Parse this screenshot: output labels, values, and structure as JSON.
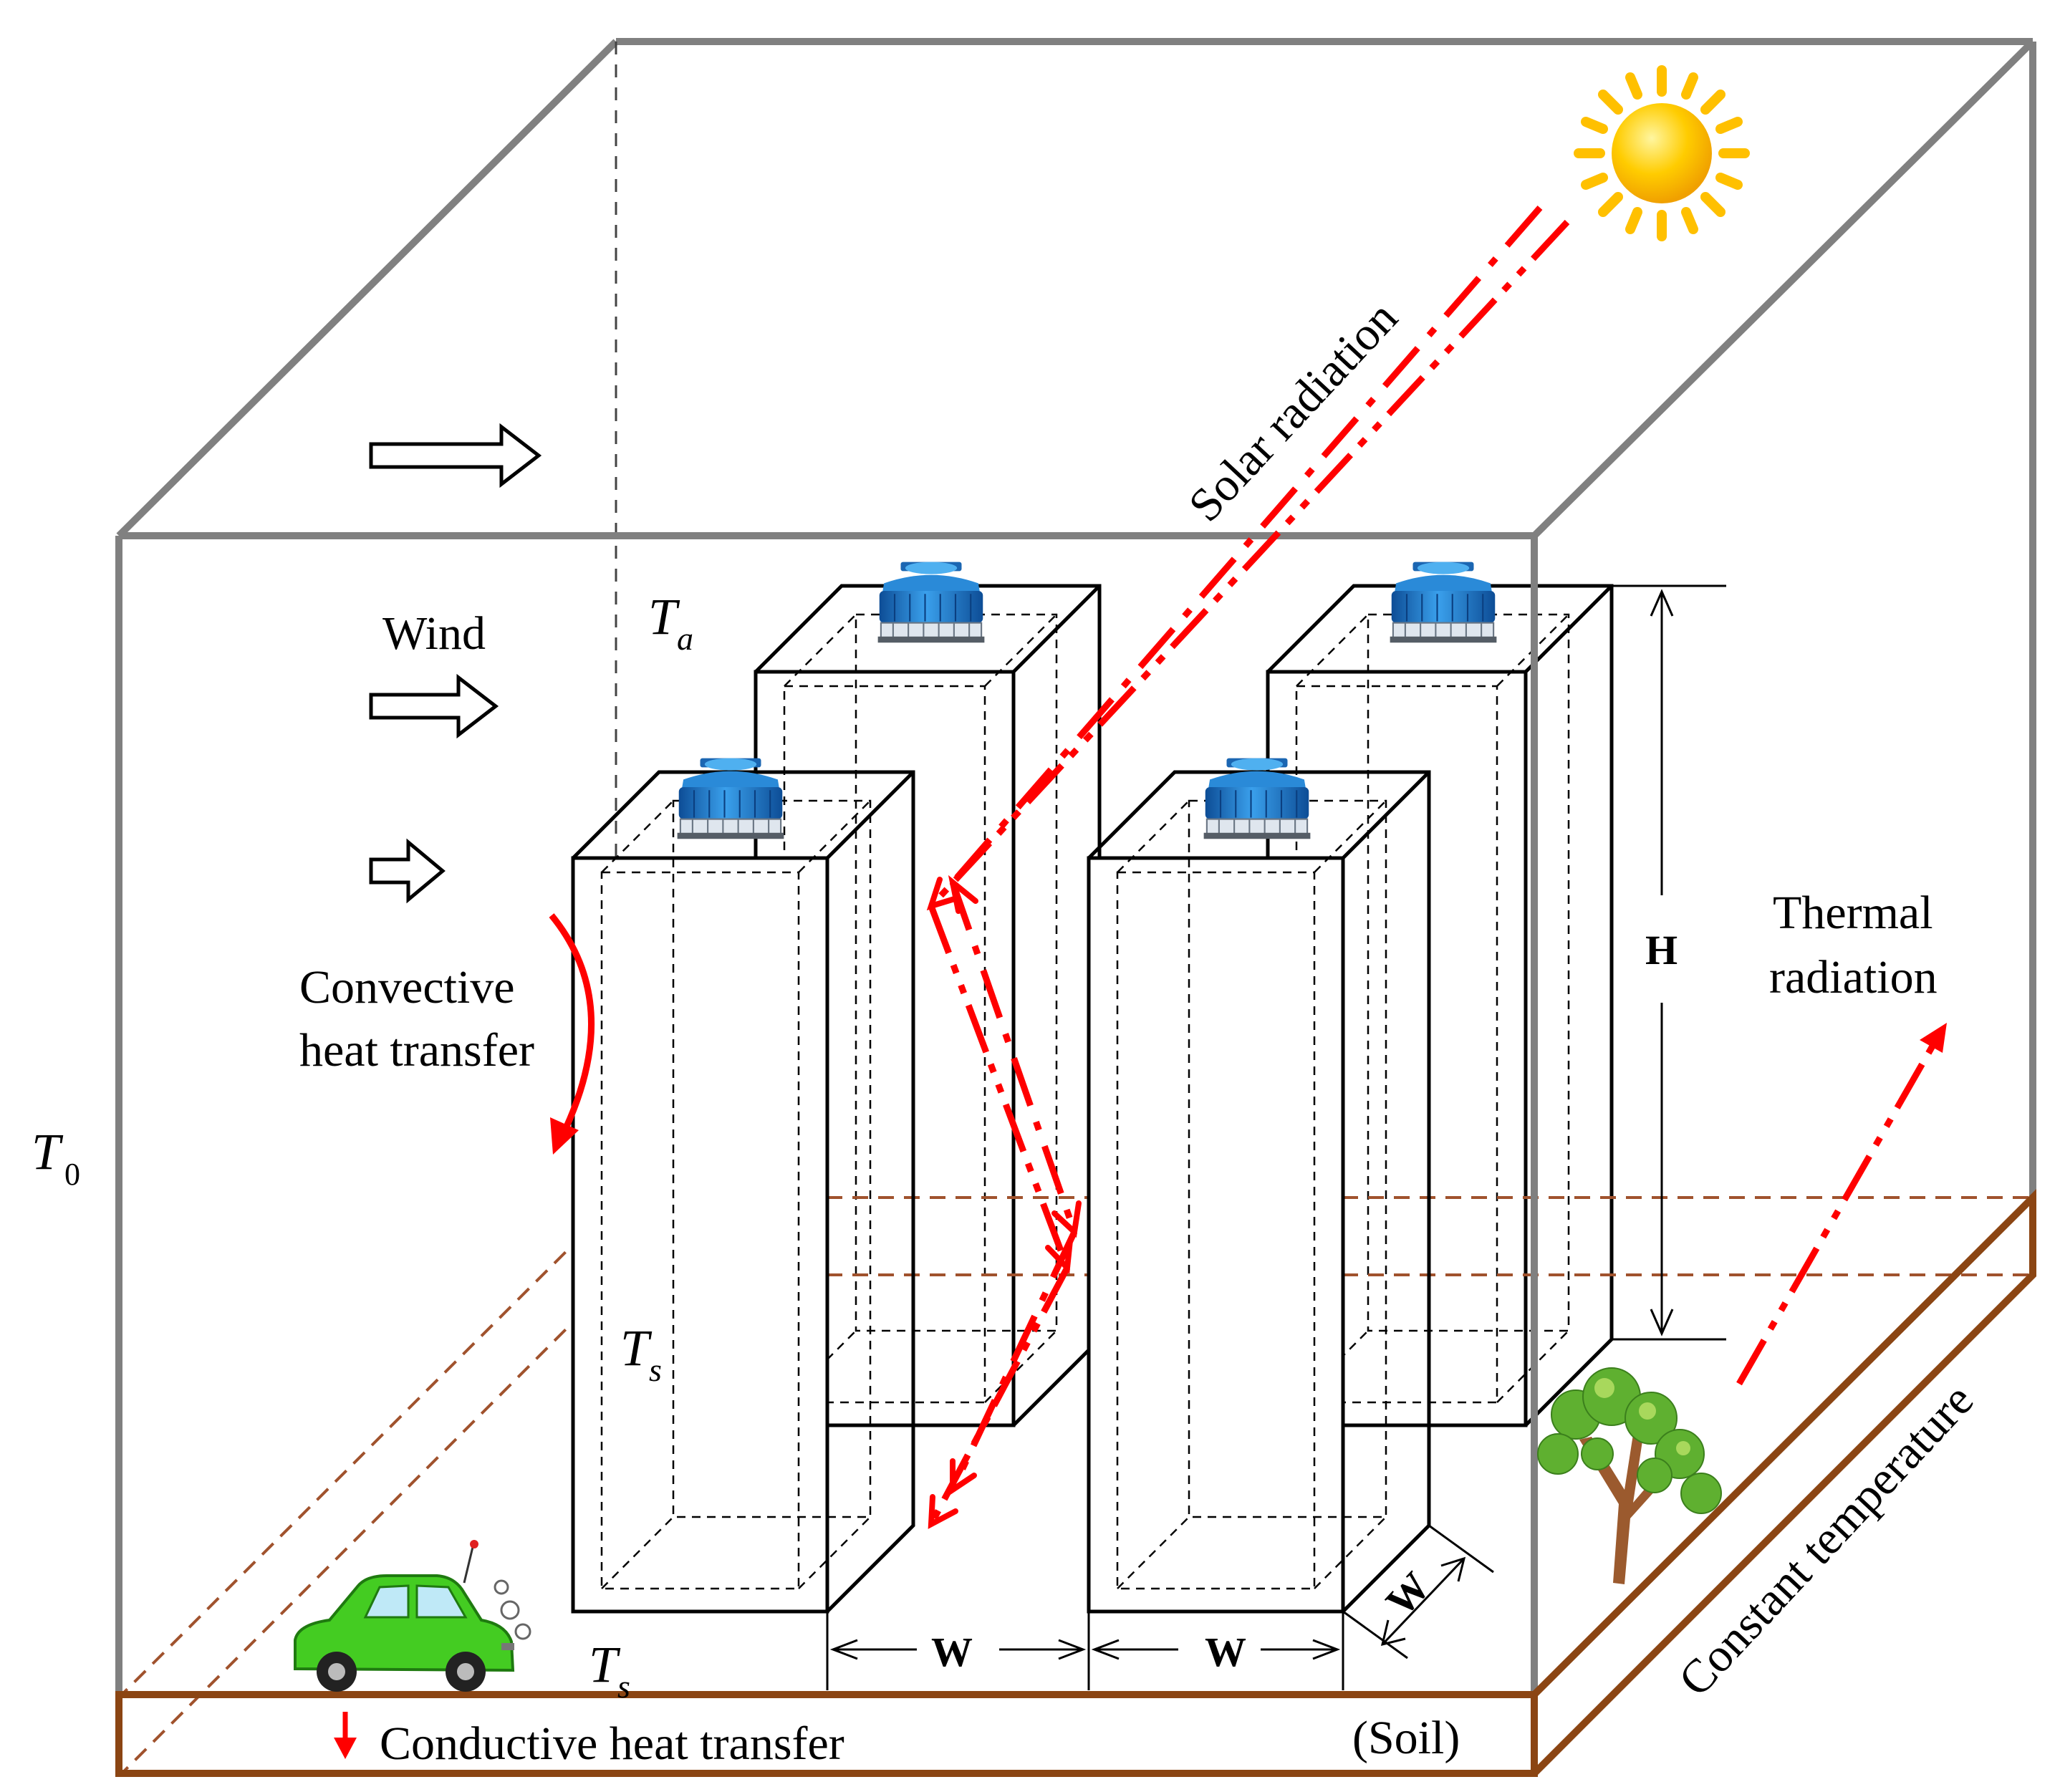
{
  "labels": {
    "solar_radiation": "Solar radiation",
    "wind": "Wind",
    "t_a": "T",
    "t_a_sub": "a",
    "t_0": "T",
    "t_0_sub": "0",
    "t_s_mid": "T",
    "t_s_mid_sub": "s",
    "t_s_ground": "T",
    "t_s_ground_sub": "s",
    "convective_line1": "Convective",
    "convective_line2": "heat transfer",
    "thermal_line1": "Thermal",
    "thermal_line2": "radiation",
    "height": "H",
    "width_1": "W",
    "width_2": "W",
    "width_3": "W",
    "constant_temperature": "Constant temperature",
    "conductive": "Conductive heat transfer",
    "soil": "(Soil)"
  },
  "colors": {
    "box_edge": "#808080",
    "building_edge": "#000000",
    "heat_arrow": "#ff0000",
    "soil": "#8b4513",
    "sun": "#ffc000",
    "cooling_tower": "#1f78c8",
    "car": "#44cc22",
    "tree_leaf": "#5fb030"
  },
  "icons": [
    "sun-icon",
    "cooling-tower-icon",
    "car-icon",
    "tree-icon",
    "wind-arrow-icon"
  ]
}
